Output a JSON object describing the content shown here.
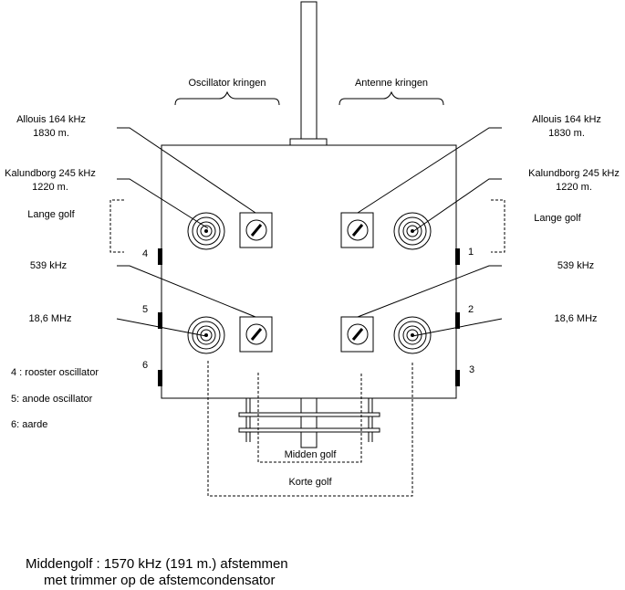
{
  "groups": {
    "oscillator": "Oscillator kringen",
    "antenna": "Antenne kringen"
  },
  "left": {
    "allouis": "Allouis 164 kHz",
    "allouis_len": "1830 m.",
    "kalundborg": "Kalundborg 245 kHz",
    "kalundborg_len": "1220 m.",
    "lange_golf": "Lange golf",
    "freq_539": "539 kHz",
    "freq_18": "18,6 MHz"
  },
  "right": {
    "allouis": "Allouis 164 kHz",
    "allouis_len": "1830 m.",
    "kalundborg": "Kalundborg 245 kHz",
    "kalundborg_len": "1220 m.",
    "lange_golf": "Lange golf",
    "freq_539": "539 kHz",
    "freq_18": "18,6 MHz"
  },
  "terminals": {
    "t1": "1",
    "t2": "2",
    "t3": "3",
    "t4": "4",
    "t5": "5",
    "t6": "6"
  },
  "legend": {
    "item4": "4 : rooster oscillator",
    "item5": "5:  anode oscillator",
    "item6": "6:  aarde"
  },
  "bands": {
    "midden": "Midden golf",
    "korte": "Korte golf"
  },
  "note": {
    "line1": "Middengolf : 1570 kHz  (191 m.) afstemmen",
    "line2": "met trimmer op de afstemcondensator"
  }
}
